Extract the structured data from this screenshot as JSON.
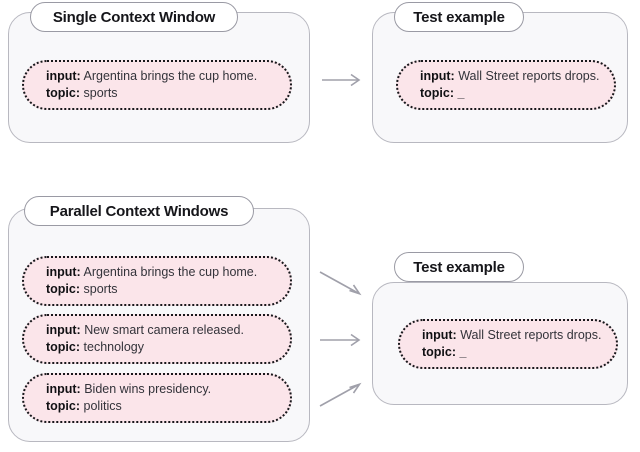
{
  "diagram": {
    "title_single": "Single Context Window",
    "title_parallel": "Parallel Context Windows",
    "title_test_top": "Test example",
    "title_test_bottom": "Test example",
    "label_input": "input:",
    "label_topic": "topic:",
    "colors": {
      "card_background": "#f8f8fa",
      "card_border": "#b8b8c0",
      "example_background": "#fbe5ea",
      "example_border": "#17171b",
      "arrow": "#a0a0aa",
      "text": "#2b2b30",
      "pill_background": "#ffffff"
    },
    "single_context": {
      "examples": [
        {
          "input": "Argentina brings the cup home.",
          "topic": "sports"
        }
      ]
    },
    "test_top": {
      "examples": [
        {
          "input": "Wall Street reports drops.",
          "topic": "_"
        }
      ]
    },
    "parallel_context": {
      "examples": [
        {
          "input": "Argentina brings the cup home.",
          "topic": "sports"
        },
        {
          "input": "New smart camera released.",
          "topic": " technology"
        },
        {
          "input": "Biden wins presidency.",
          "topic": "politics"
        }
      ]
    },
    "test_bottom": {
      "examples": [
        {
          "input": "Wall Street reports drops.",
          "topic": "_"
        }
      ]
    },
    "arrows": {
      "top_single_to_test": "arrow-right-icon",
      "parallel_1_to_test": "arrow-down-right-icon",
      "parallel_2_to_test": "arrow-right-icon",
      "parallel_3_to_test": "arrow-up-right-icon"
    }
  }
}
